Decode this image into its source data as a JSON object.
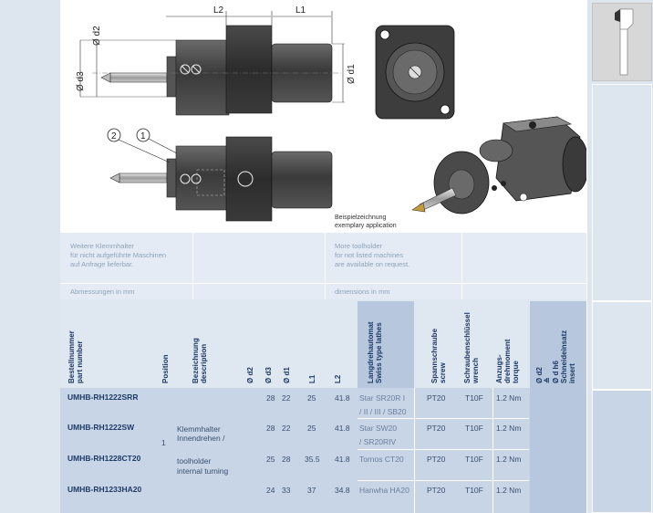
{
  "drawing": {
    "dim_l2": "L2",
    "dim_l1": "L1",
    "dim_d2": "Ø d2",
    "dim_d3": "Ø d3",
    "dim_d1": "Ø d1",
    "callout_1": "1",
    "callout_2": "2",
    "caption_de": "Beispielzeichnung",
    "caption_en": "exemplary application"
  },
  "notes": {
    "de_line1": "Weitere Klemmhalter",
    "de_line2": "für nicht aufgeführte Maschinen",
    "de_line3": "auf Anfrage lieferbar.",
    "de_dims": "Abmessungen in mm",
    "en_line1": "More toolholder",
    "en_line2": "for not listed machines",
    "en_line3": "are available on request.",
    "en_dims": "dimensions in mm"
  },
  "table": {
    "headers": {
      "part_de": "Bestellnummer",
      "part_en": "part number",
      "position": "Position",
      "desc_de": "Bezeichnung",
      "desc_en": "description",
      "d2": "Ø d2",
      "d3": "Ø d3",
      "d1": "Ø d1",
      "l1": "L1",
      "l2": "L2",
      "lathe_de": "Langdrehautomat",
      "lathe_en": "Swiss type lathes",
      "screw_de": "Spannschraube",
      "screw_en": "screw",
      "wrench_de": "Schraubenschlüssel",
      "wrench_en": "wrench",
      "torque_de1": "Anzugs-",
      "torque_de2": "drehmoment",
      "torque_en": "torque",
      "insert_1": "Ø d2",
      "insert_2": "≙",
      "insert_3": "Ø d h6",
      "insert_4": "Schneideinsatz",
      "insert_5": "insert"
    },
    "position_value": "1",
    "description_de1": "Klemmhalter",
    "description_de2": "Innendrehen /",
    "description_en1": "toolholder",
    "description_en2": "internal turning",
    "rows": [
      {
        "part": "UMHB-RH1222SRR",
        "d3": "28",
        "d1": "22",
        "l1": "25",
        "l2": "41.8",
        "lathe1": "Star SR20R I",
        "lathe2": "/ II / III / SB20",
        "screw": "PT20",
        "wrench": "T10F",
        "torque": "1.2 Nm"
      },
      {
        "part": "UMHB-RH1222SW",
        "d3": "28",
        "d1": "22",
        "l1": "25",
        "l2": "41.8",
        "lathe1": "Star SW20",
        "lathe2": "/ SR20RIV",
        "screw": "PT20",
        "wrench": "T10F",
        "torque": "1.2 Nm"
      },
      {
        "part": "UMHB-RH1228CT20",
        "d3": "25",
        "d1": "28",
        "l1": "35.5",
        "l2": "41.8",
        "lathe1": "Tornos CT20",
        "lathe2": "",
        "screw": "PT20",
        "wrench": "T10F",
        "torque": "1.2 Nm"
      },
      {
        "part": "UMHB-RH1233HA20",
        "d3": "24",
        "d1": "33",
        "l1": "37",
        "l2": "34.8",
        "lathe1": "Hanwha HA20",
        "lathe2": "",
        "screw": "PT20",
        "wrench": "T10F",
        "torque": "1.2 Nm"
      }
    ]
  }
}
